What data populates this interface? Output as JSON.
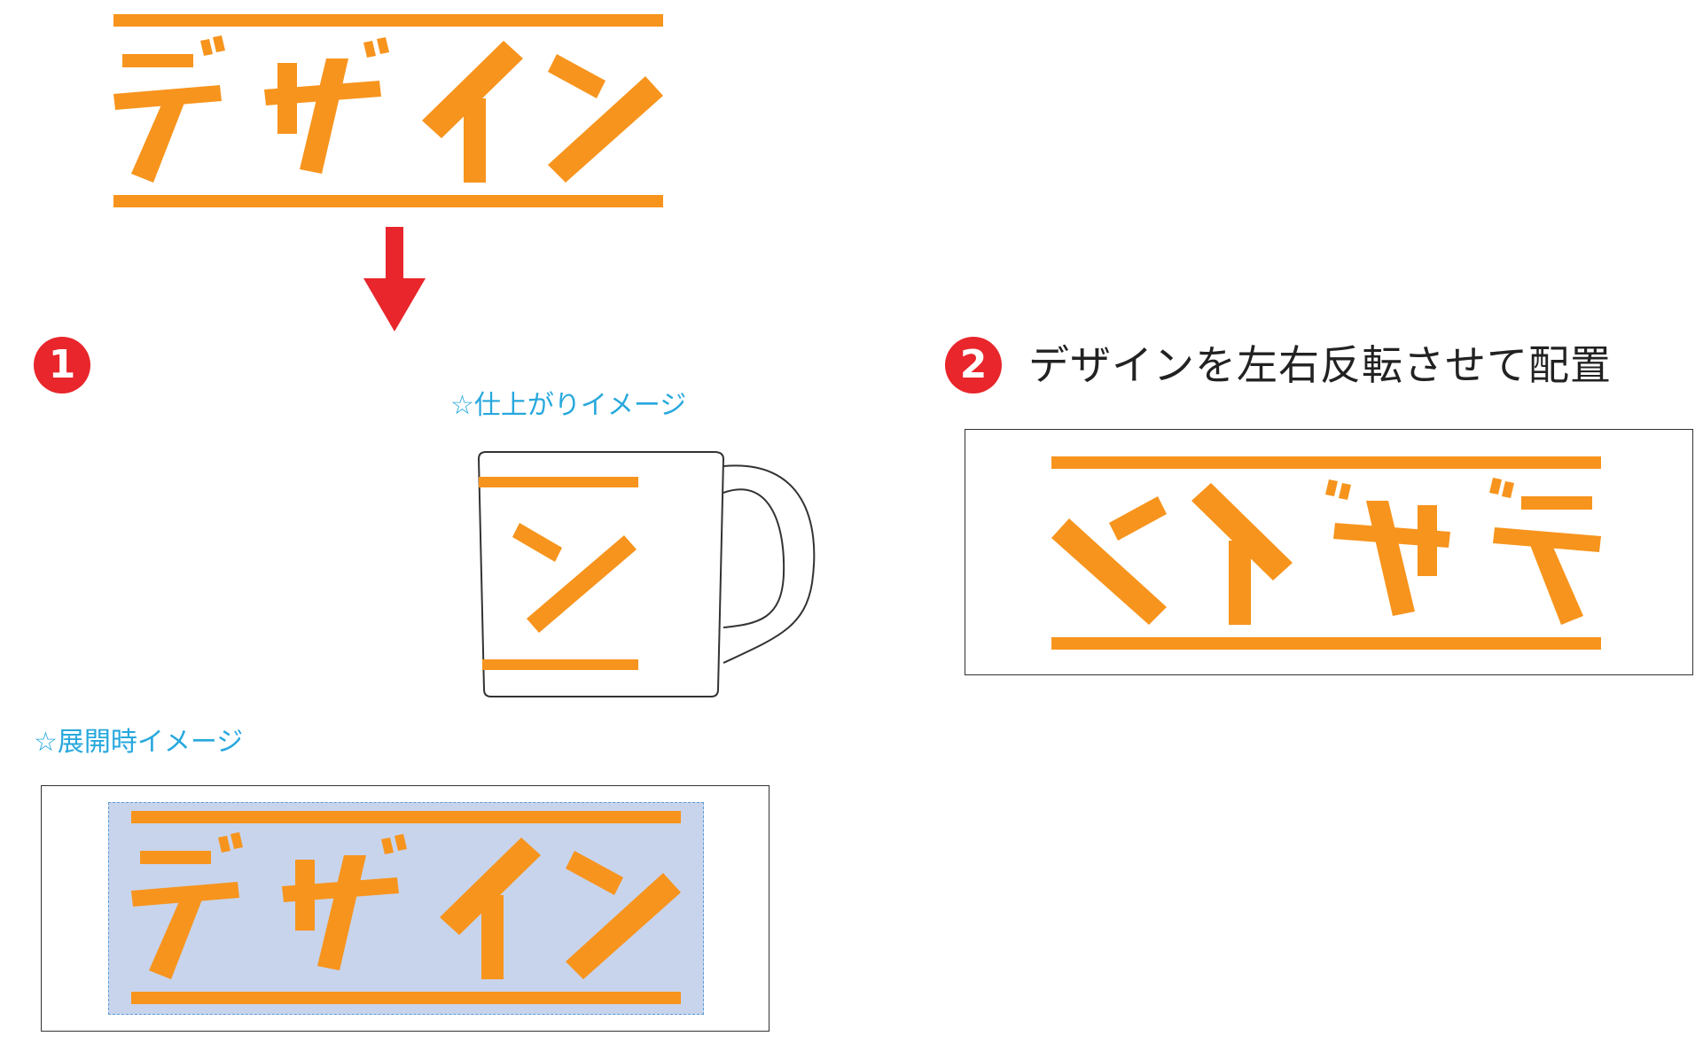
{
  "colors": {
    "accent_orange": "#f7941d",
    "arrow_red": "#e8262b",
    "caption_blue": "#27a8dd",
    "print_area_fill": "#c8d4ec",
    "print_area_border": "#5b9bd5"
  },
  "design": {
    "text": "デザイン"
  },
  "step1": {
    "badge": "1",
    "finished_caption": "☆仕上がりイメージ",
    "unfolded_caption": "☆展開時イメージ"
  },
  "step2": {
    "badge": "2",
    "title": "デザインを左右反転させて配置"
  },
  "icons": {
    "down_arrow": "down-arrow-icon",
    "mug": "mug-icon"
  }
}
